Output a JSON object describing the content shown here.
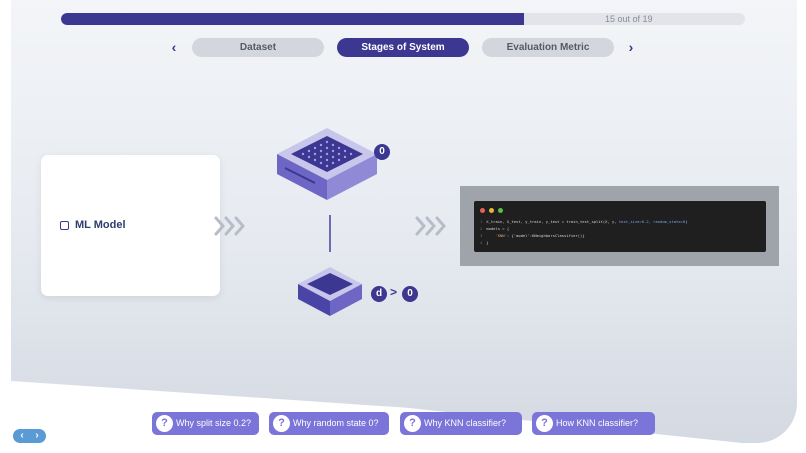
{
  "progress": {
    "text": "15 out of 19",
    "current": 15,
    "total": 19
  },
  "tabs": {
    "prev_icon": "chevron-left-icon",
    "next_icon": "chevron-right-icon",
    "items": [
      {
        "label": "Dataset",
        "active": false
      },
      {
        "label": "Stages of System",
        "active": true
      },
      {
        "label": "Evaluation Metric",
        "active": false
      }
    ]
  },
  "diagram": {
    "ml_model_label": "ML Model",
    "top_badge": "0",
    "d_badge": "d",
    "zero_badge": "0",
    "gt_symbol": ">"
  },
  "code": {
    "lines": [
      {
        "num": "1",
        "text": "X_train, X_test, y_train, y_test = train_test_split(X, y, ",
        "kw": "test_size=0.2, random_state=0",
        "tail": ")"
      },
      {
        "num": "2",
        "text": "models = {",
        "kw": "",
        "tail": ""
      },
      {
        "num": "3",
        "text": "    ",
        "kw": "",
        "str": "'KNN'",
        "tail": ": {'model':KNeighborsClassifier()}"
      },
      {
        "num": "4",
        "text": "}",
        "kw": "",
        "tail": ""
      }
    ]
  },
  "questions": [
    {
      "label": "Why split size 0.2?"
    },
    {
      "label": "Why random state 0?"
    },
    {
      "label": "Why KNN classifier?"
    },
    {
      "label": "How KNN classifier?"
    }
  ],
  "pager": {
    "prev": "‹",
    "next": "›"
  },
  "colors": {
    "accent": "#3c3791",
    "question": "#7b74d9",
    "pager": "#5b9bd5"
  }
}
